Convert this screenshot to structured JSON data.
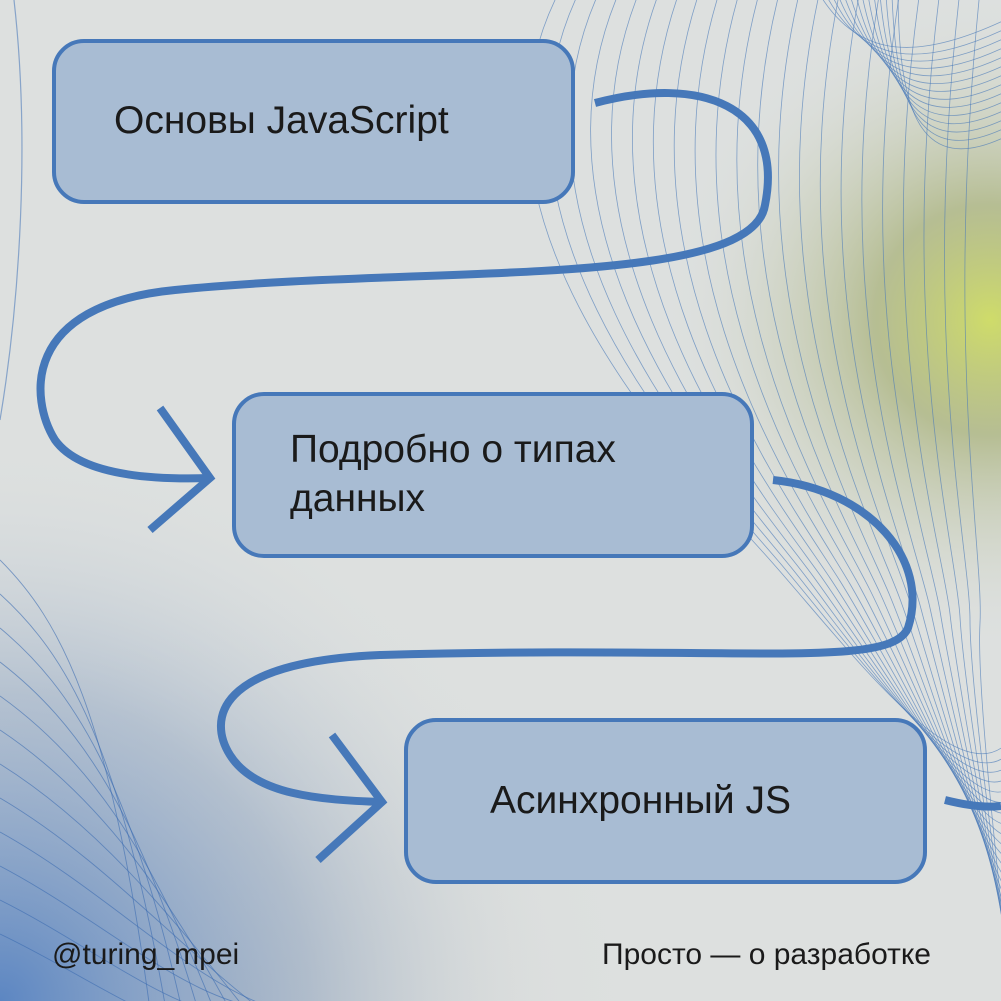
{
  "steps": [
    {
      "label": "Основы JavaScript"
    },
    {
      "label": "Подробно о типах данных"
    },
    {
      "label": "Асинхронный JS"
    }
  ],
  "footer": {
    "handle": "@turing_mpei",
    "tagline": "Просто — о разработке"
  },
  "colors": {
    "background": "#dde0df",
    "box_fill": "#a8bcd3",
    "accent_blue": "#4678b9",
    "glow": "#cfdc6a",
    "text": "#1a1a1a"
  }
}
